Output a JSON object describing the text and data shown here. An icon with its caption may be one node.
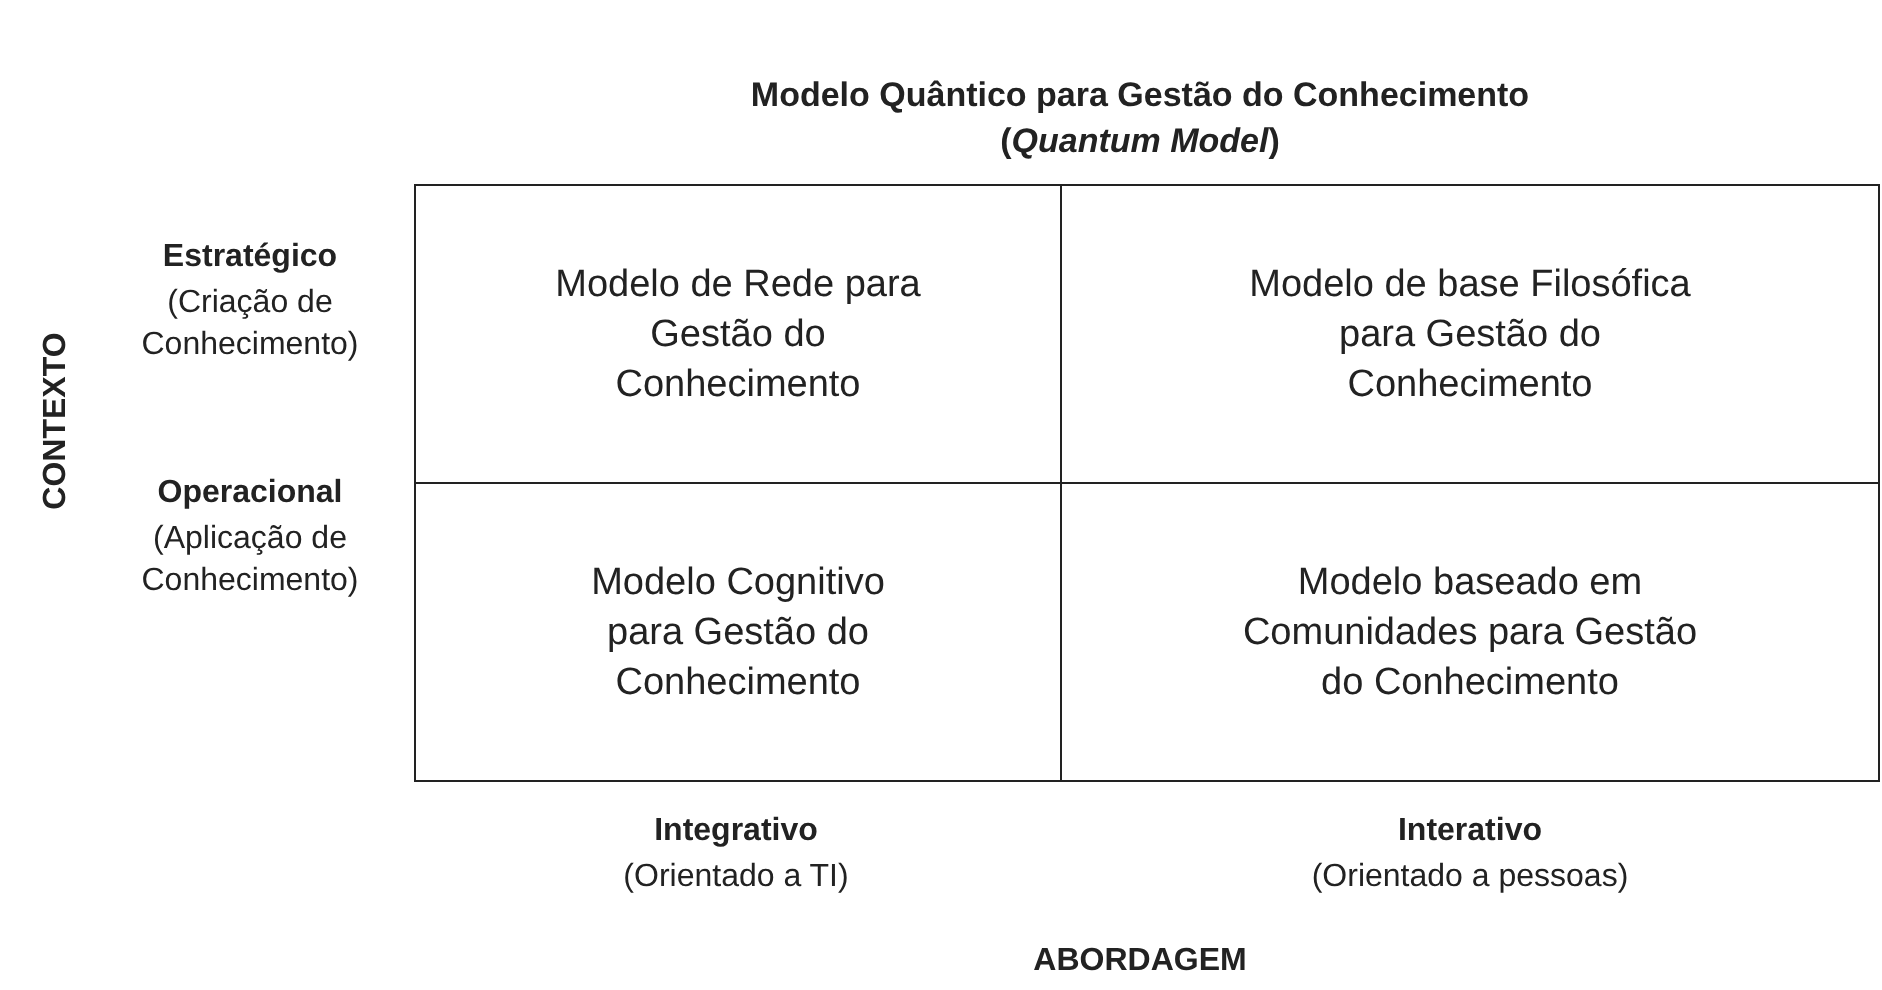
{
  "diagram": {
    "title": "Modelo Quântico para Gestão do Conhecimento (*Quantum Model*)",
    "nodes": [
      {
        "text": [
          "Modelo de Rede para Gestão do Conhecimento"
        ]
      },
      {
        "text": [
          "Modelo de base Filosófica para Gestão do Conhecimento"
        ]
      },
      {
        "text": [
          "Modelo Cognitivo para Gestão do Conhecimento"
        ]
      },
      {
        "text": [
          "Modelo baseado em Comunidades para Gestão do Conhecimento"
        ]
      }
    ],
    "edges": [],
    "labels": [
      "Estratégico",
      "(Criação de Conhecimento)",
      "CONTEXTO",
      "Operacional",
      "(Aplicação de Conhecimento)",
      "Integrativo",
      "(Orientado a TI)",
      "Interativo",
      "(Orientado a pessoas)",
      "ABORDAGEM"
    ]
  }
}
